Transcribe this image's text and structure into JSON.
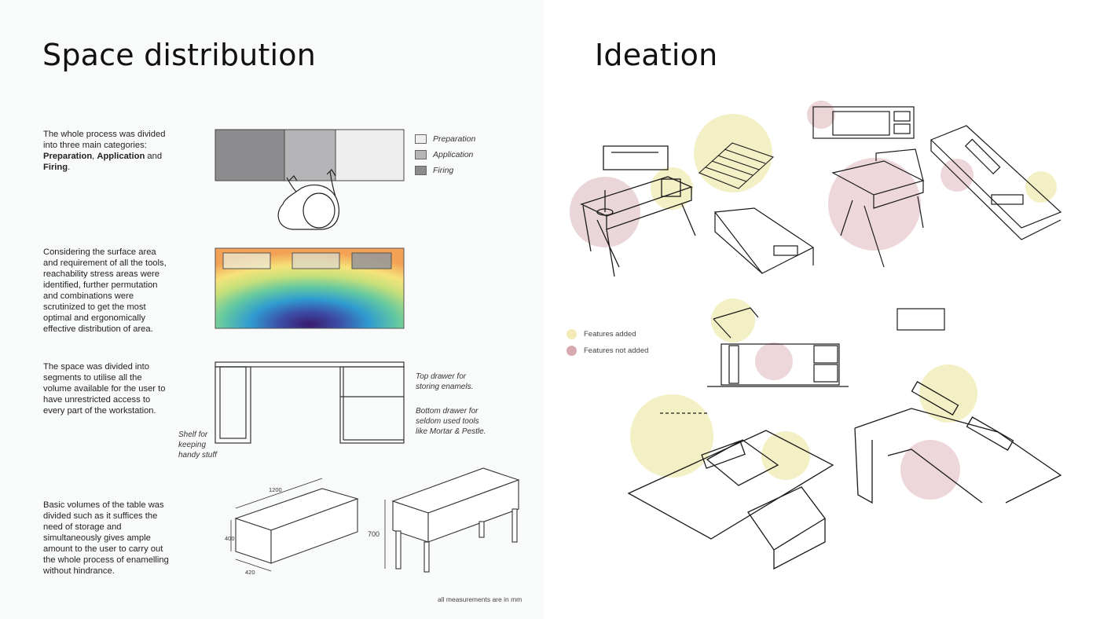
{
  "left": {
    "title": "Space distribution",
    "intro": {
      "text": "The whole process was divided into three main categories:",
      "cat1": "Preparation",
      "sep1": ", ",
      "cat2": "Application",
      "sep2": " and",
      "cat3": "Firing",
      "end": "."
    },
    "legend": [
      {
        "label": "Preparation",
        "color": "#eeeeee"
      },
      {
        "label": "Application",
        "color": "#b5b5b7"
      },
      {
        "label": "Firing",
        "color": "#8c8c8e"
      }
    ],
    "heatmap_paragraph": "Considering the surface area and requirement of all the tools, reachability stress areas were identified, further permutation and combinations were scrutinized to get the most optimal and ergonomically effective distribution of area.",
    "segments_paragraph": "The space was divided into segments to utilise all the volume available for the user to have unrestricted access to every part of the workstation.",
    "annotations": {
      "top_drawer": "Top drawer for storing enamels.",
      "bottom_drawer": "Bottom drawer for seldom used tools like Mortar & Pestle.",
      "shelf": "Shelf for keeping handy stuff"
    },
    "volumes_paragraph": "Basic volumes of the table was divided such as it suffices the need of storage and simultaneously gives ample amount to the user to carry out the whole process of enamelling without hindrance.",
    "dimensions": {
      "length": "1200",
      "height": "400",
      "depth": "420",
      "table_height": "700"
    },
    "footnote": "all measurements are in mm"
  },
  "right": {
    "title": "Ideation",
    "legend": [
      {
        "label": "Features added",
        "color": "#f3eab8"
      },
      {
        "label": "Features not added",
        "color": "#d8a9b0"
      }
    ]
  }
}
